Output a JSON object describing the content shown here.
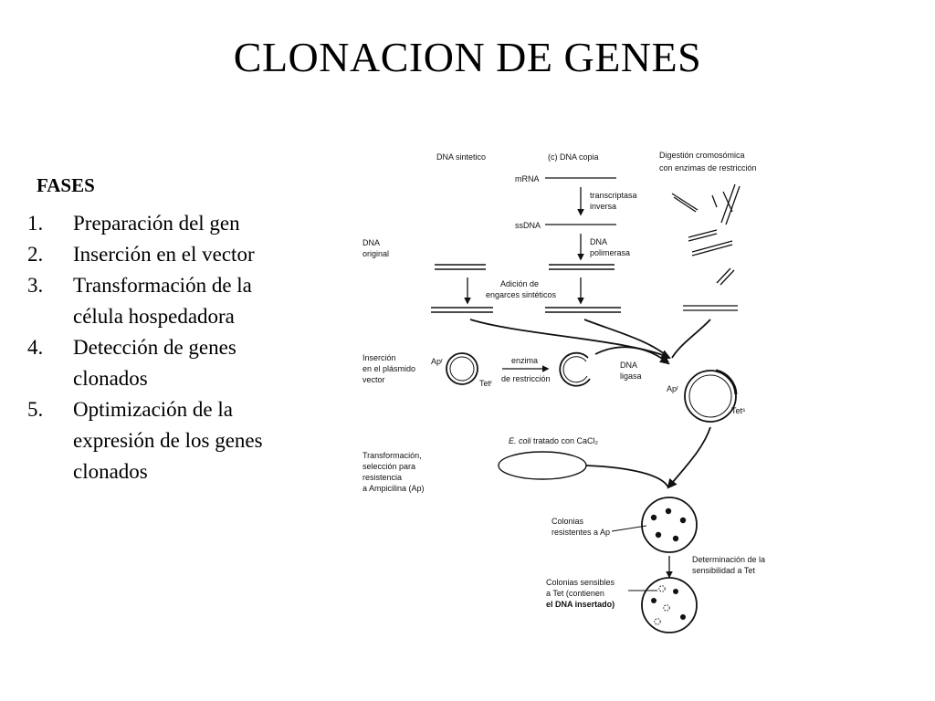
{
  "title": "CLONACION DE GENES",
  "phases_heading": "FASES",
  "phases": [
    {
      "num": "1.",
      "lines": [
        "Preparación del gen"
      ]
    },
    {
      "num": "2.",
      "lines": [
        "Inserción en el vector"
      ]
    },
    {
      "num": "3.",
      "lines": [
        "Transformación de la",
        "célula hospedadora"
      ]
    },
    {
      "num": "4.",
      "lines": [
        "Detección de genes",
        "clonados"
      ]
    },
    {
      "num": "5.",
      "lines": [
        "Optimización de la",
        "expresión de los genes",
        "clonados"
      ]
    }
  ],
  "figure": {
    "dna_sintetico": "DNA sintetico",
    "dna_copia": "(c) DNA copia",
    "digestion_1": "Digestión cromosómica",
    "digestion_2": "con enzimas de restricción",
    "mrna": "mRNA",
    "transcriptasa_1": "transcriptasa",
    "transcriptasa_2": "inversa",
    "ssdna": "ssDNA",
    "polimerasa_1": "DNA",
    "polimerasa_2": "polimerasa",
    "dna_original_1": "DNA",
    "dna_original_2": "original",
    "adicion_1": "Adición de",
    "adicion_2": "engarces sintéticos",
    "insercion_1": "Inserción",
    "insercion_2": "en el plásmido",
    "insercion_3": "vector",
    "apr": "Apʳ",
    "tetr": "Tetʳ",
    "enzima_1": "enzima",
    "enzima_2": "de restricción",
    "ligasa_1": "DNA",
    "ligasa_2": "ligasa",
    "apr_2": "Apʳ",
    "tets": "Tetˢ",
    "ecoli_italic": "E. coli",
    "ecoli_rest": " tratado con CaCl₂",
    "transf_1": "Transformación,",
    "transf_2": "selección para",
    "transf_3": "resistencia",
    "transf_4": "a Ampicilina (Ap)",
    "colonias_1": "Colonias",
    "colonias_2": "resistentes a Ap",
    "determ_1": "Determinación de la",
    "determ_2": "sensibilidad a Tet",
    "sensibles_1": "Colonias sensibles",
    "sensibles_2": "a Tet (contienen",
    "sensibles_3": "el DNA insertado)"
  }
}
